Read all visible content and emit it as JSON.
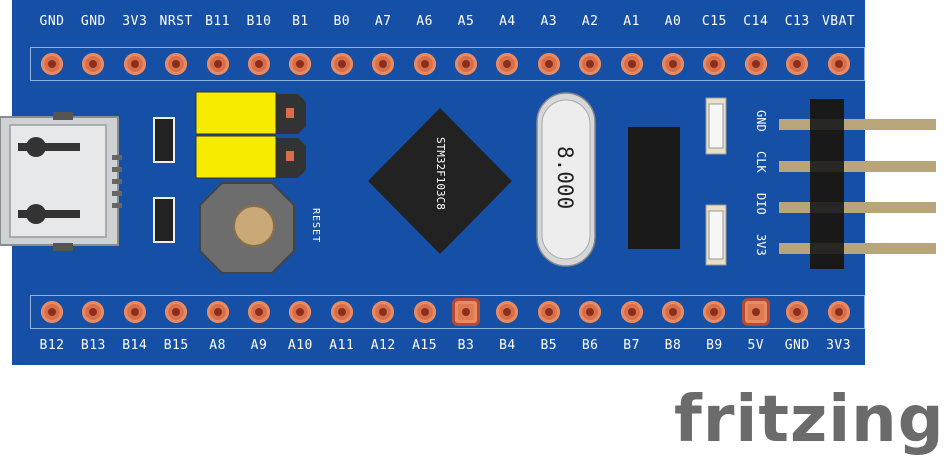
{
  "top_pins": [
    "GND",
    "GND",
    "3V3",
    "NRST",
    "B11",
    "B10",
    "B1",
    "B0",
    "A7",
    "A6",
    "A5",
    "A4",
    "A3",
    "A2",
    "A1",
    "A0",
    "C15",
    "C14",
    "C13",
    "VBAT"
  ],
  "bottom_pins": [
    "B12",
    "B13",
    "B14",
    "B15",
    "A8",
    "A9",
    "A10",
    "A11",
    "A12",
    "A15",
    "B3",
    "B4",
    "B5",
    "B6",
    "B7",
    "B8",
    "B9",
    "5V",
    "GND",
    "3V3"
  ],
  "highlighted_bottom_pins": [
    "B3",
    "5V"
  ],
  "right_header_pins": [
    "GND",
    "CLK",
    "DIO",
    "3V3"
  ],
  "mcu_label": "STM32F103C8",
  "crystal_label": "8.000",
  "reset_label": "RESET",
  "brand": "fritzing",
  "colors": {
    "board": "#1650a6",
    "pad": "#d86f4a",
    "jumper": "#f7ec00",
    "label": "#ffffff",
    "brand": "#6b6b6b"
  }
}
